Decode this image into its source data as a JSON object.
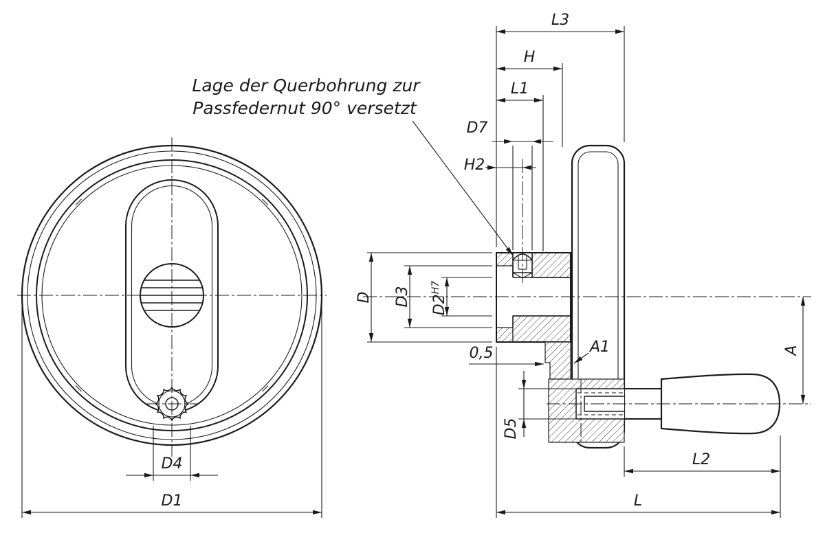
{
  "drawing": {
    "annotation": {
      "line1": "Lage der Querbohrung zur",
      "line2": "Passfedernut 90° versetzt"
    },
    "dims": {
      "l3": "L3",
      "h": "H",
      "l1": "L1",
      "d7": "D7",
      "h2": "H2",
      "d": "D",
      "d3": "D3",
      "d2": "D2",
      "d2_tol": "H7",
      "a1": "A1",
      "offset": "0,5",
      "d5": "D5",
      "a": "A",
      "l2": "L2",
      "l": "L",
      "d4": "D4",
      "d1": "D1"
    },
    "colors": {
      "ink": "#1a1a1a",
      "background": "#ffffff"
    }
  }
}
